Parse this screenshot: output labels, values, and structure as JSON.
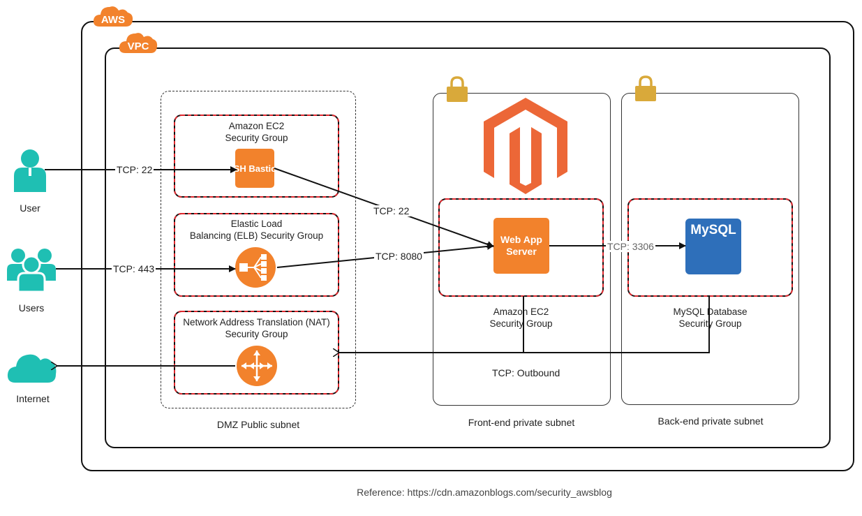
{
  "aws": {
    "label": "AWS"
  },
  "vpc": {
    "label": "VPC"
  },
  "actors": {
    "user": "User",
    "users": "Users",
    "internet": "Internet"
  },
  "dmz": {
    "caption": "DMZ Public subnet",
    "ec2_sg": "Amazon EC2\nSecurity Group",
    "elb_sg": "Elastic Load\nBalancing (ELB) Security Group",
    "nat_sg": "Network Address Translation (NAT)\nSecurity Group",
    "bastion": "SSH Bastion"
  },
  "frontend": {
    "caption": "Front-end private subnet",
    "web_app": "Web App\nServer",
    "sg_label": "Amazon EC2\nSecurity Group",
    "outbound": "TCP: Outbound"
  },
  "backend": {
    "caption": "Back-end private subnet",
    "mysql": "MySQL",
    "sg_label": "MySQL Database\nSecurity Group"
  },
  "edges": {
    "user_ssh": "TCP: 22",
    "users_https": "TCP: 443",
    "bastion_web": "TCP: 22",
    "elb_web": "TCP: 8080",
    "web_mysql": "TCP: 3306"
  },
  "reference": "Reference: https://cdn.amazonblogs.com/security_awsblog",
  "colors": {
    "aws_orange": "#f2822c",
    "teal": "#1fbfb3",
    "magento": "#ec6737",
    "mysql_blue": "#2e6fba",
    "lock_gold": "#d9a93a",
    "sg_dash_red": "#e0282e"
  }
}
